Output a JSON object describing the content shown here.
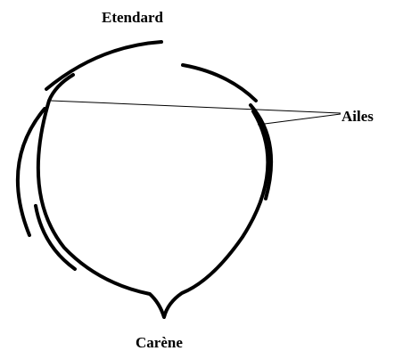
{
  "labels": {
    "top": "Etendard",
    "right": "Ailes",
    "bottom": "Carène"
  },
  "colors": {
    "stroke": "#000000",
    "background": "#ffffff"
  }
}
